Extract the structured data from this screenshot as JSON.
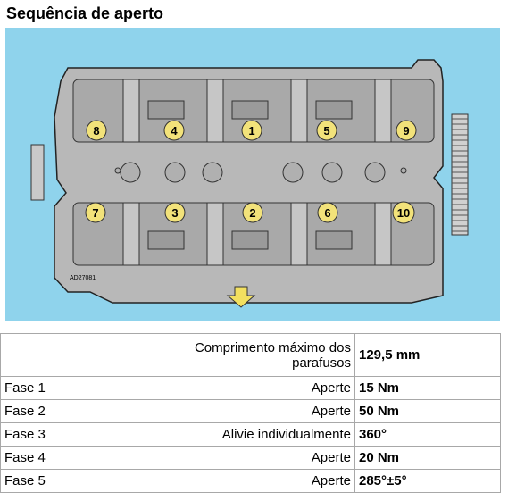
{
  "title": "Sequência de aperto",
  "figure": {
    "code": "AD27081",
    "bolts_top": [
      "8",
      "4",
      "1",
      "5",
      "9"
    ],
    "bolts_bottom": [
      "7",
      "3",
      "2",
      "6",
      "10"
    ],
    "colors": {
      "background": "#8fd3ec",
      "head": "#b8b8b8",
      "bolt_marker": "#f2e27a",
      "arrow": "#f2e060"
    }
  },
  "table": {
    "header": {
      "label": "Comprimento máximo dos parafusos",
      "value": "129,5 mm"
    },
    "rows": [
      {
        "phase": "Fase 1",
        "action": "Aperte",
        "value": "15 Nm"
      },
      {
        "phase": "Fase 2",
        "action": "Aperte",
        "value": "50 Nm"
      },
      {
        "phase": "Fase 3",
        "action": "Alivie individualmente",
        "value": "360°"
      },
      {
        "phase": "Fase 4",
        "action": "Aperte",
        "value": "20 Nm"
      },
      {
        "phase": "Fase 5",
        "action": "Aperte",
        "value": "285°±5°"
      }
    ]
  }
}
